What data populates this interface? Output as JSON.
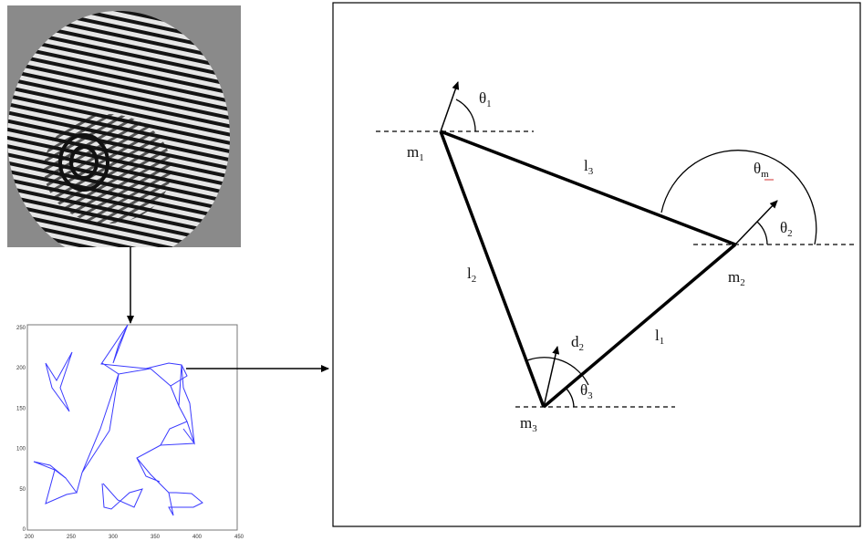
{
  "triangle_labels": {
    "m1": {
      "base": "m",
      "sub": "1"
    },
    "m2": {
      "base": "m",
      "sub": "2"
    },
    "m3": {
      "base": "m",
      "sub": "3"
    },
    "l1": {
      "base": "l",
      "sub": "1"
    },
    "l2": {
      "base": "l",
      "sub": "2"
    },
    "l3": {
      "base": "l",
      "sub": "3"
    },
    "theta1": {
      "base": "θ",
      "sub": "1"
    },
    "theta2": {
      "base": "θ",
      "sub": "2"
    },
    "theta3": {
      "base": "θ",
      "sub": "3"
    },
    "theta_m": {
      "base": "θ",
      "sub": "m"
    },
    "d2": {
      "base": "d",
      "sub": "2"
    }
  },
  "minutiae_plot": {
    "x_ticks": [
      "200",
      "250",
      "300",
      "350",
      "400",
      "450"
    ],
    "y_ticks": [
      "250",
      "200",
      "150",
      "100",
      "50",
      "0"
    ],
    "line_color": "#3a3aff"
  }
}
